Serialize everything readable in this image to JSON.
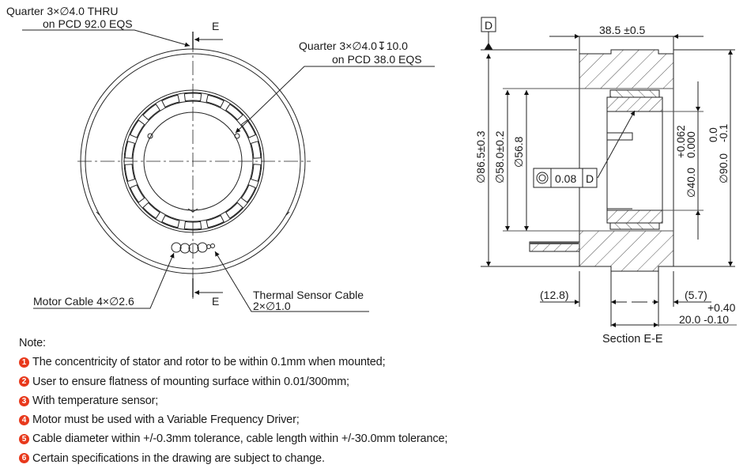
{
  "front_view": {
    "callout_thru_holes": {
      "line1": "Quarter 3×∅4.0 THRU",
      "line2": "on PCD 92.0 EQS"
    },
    "callout_blind_holes": {
      "line1": "Quarter 3×∅4.0↧10.0",
      "line2": "on PCD 38.0 EQS"
    },
    "section_marker_top": "E",
    "section_marker_bottom": "E",
    "motor_cable": "Motor Cable 4×∅2.6",
    "thermal_cable": {
      "line1": "Thermal Sensor Cable",
      "line2": "2×∅1.0"
    }
  },
  "section_view": {
    "datum": "D",
    "width_dim": "38.5 ±0.5",
    "dia_86": "∅86.5±0.3",
    "dia_58": "∅58.0±0.2",
    "dia_56": "∅56.8",
    "concentricity": {
      "symbol": "concentricity-icon",
      "tolerance": "0.08",
      "datum_ref": "D"
    },
    "dia_40": {
      "base": "∅40.0",
      "upper": "+0.062",
      "lower": "0.000"
    },
    "dia_90": {
      "base": "∅90.0",
      "upper": "0.0",
      "lower": "-0.1"
    },
    "dim_12_8": "(12.8)",
    "dim_5_7": "(5.7)",
    "dim_20": {
      "upper": "+0.40",
      "base_lower": "20.0 -0.10"
    },
    "title": "Section E-E"
  },
  "notes": {
    "title": "Note:",
    "items": [
      {
        "num": "1",
        "text": "The concentricity of stator and rotor to be within 0.1mm when mounted;"
      },
      {
        "num": "2",
        "text": "User to ensure flatness of mounting surface within 0.01/300mm;"
      },
      {
        "num": "3",
        "text": "With temperature sensor;"
      },
      {
        "num": "4",
        "text": "Motor must be used with a Variable Frequency Driver;"
      },
      {
        "num": "5",
        "text": "Cable diameter within +/-0.3mm tolerance, cable length within +/-30.0mm tolerance;"
      },
      {
        "num": "6",
        "text": "Certain specifications in the drawing are subject to change."
      }
    ],
    "badge_color": "#e8391c"
  }
}
